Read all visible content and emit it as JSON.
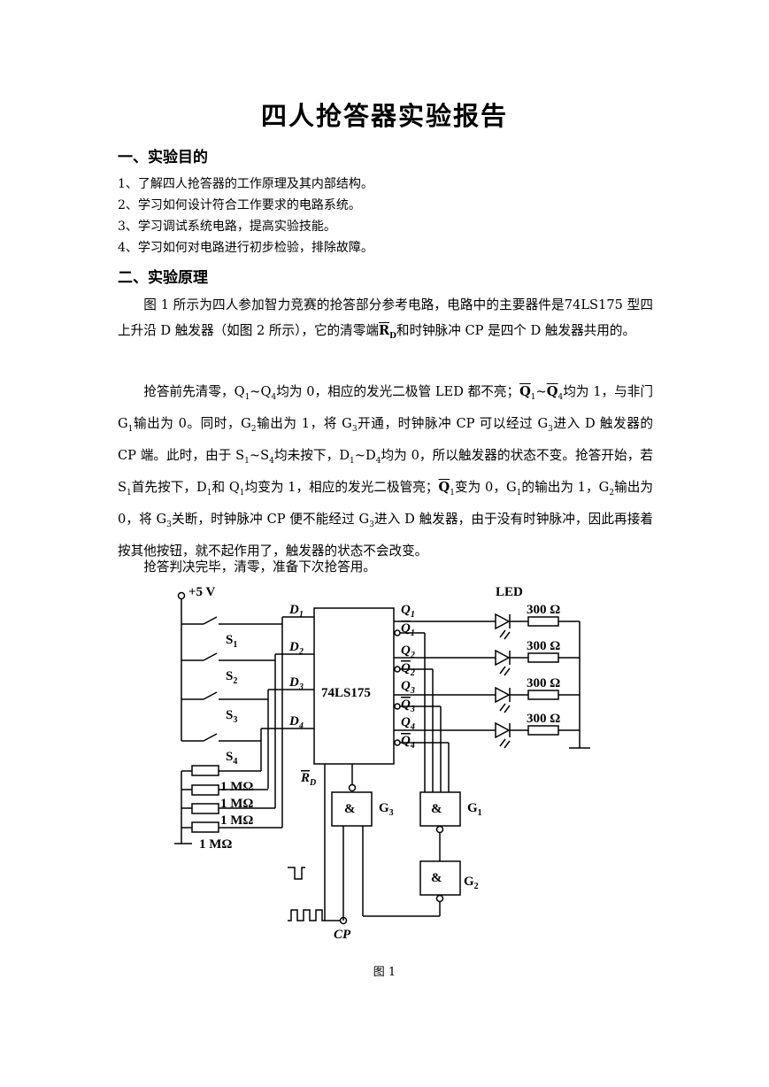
{
  "doc": {
    "title": "四人抢答器实验报告",
    "section1": {
      "heading": "一、实验目的",
      "items": [
        "1、了解四人抢答器的工作原理及其内部结构。",
        "2、学习如何设计符合工作要求的电路系统。",
        "3、学习调试系统电路，提高实验技能。",
        "4、学习如何对电路进行初步检验，排除故障。"
      ]
    },
    "section2": {
      "heading": "二、实验原理",
      "p1": {
        "a": "图 1 所示为四人参加智力竞赛的抢答部分参考电路，电路中的主要器件是74LS175 型四上升沿 D 触发器（如图 2 所示），它的清零端",
        "rd": "R",
        "rd_sub": "D",
        "b": "和时钟脉冲 CP 是四个 D 触发器共用的。"
      },
      "p2": {
        "t1": "抢答前先清零，Q",
        "s1": "1",
        "t2": "~Q",
        "s2": "4",
        "t3": "均为 0，相应的发光二极管 LED 都不亮；",
        "q1": "Q",
        "s3": "1",
        "t4": "~",
        "q4": "Q",
        "s4": "4",
        "t5": "均为 1，与非门 G",
        "s5": "1",
        "t6": "输出为 0。同时，G",
        "s6": "2",
        "t7": "输出为 1，将 G",
        "s7": "3",
        "t8": "开通，时钟脉冲 CP 可以经过 G",
        "s8": "3",
        "t9": "进入 D 触发器的 CP 端。此时，由于 S",
        "s9": "1",
        "t10": "~S",
        "s10": "4",
        "t11": "均未按下，D",
        "s11": "1",
        "t12": "~D",
        "s12": "4",
        "t13": "均为 0，所以触发器的状态不变。抢答开始，若 S",
        "s13": "1",
        "t14": "首先按下，D",
        "s14": "1",
        "t15": "和 Q",
        "s15": "1",
        "t16": "均变为 1，相应的发光二极管亮；",
        "q5": "Q",
        "s16": "1",
        "t17": "变为 0，G",
        "s17": "1",
        "t18": "的输出为 1，G",
        "s18": "2",
        "t19": "输出为 0，将 G",
        "s19": "3",
        "t20": "关断，时钟脉冲 CP 便不能经过 G",
        "s20": "3",
        "t21": "进入 D 触发器，由于没有时钟脉冲，因此再接着按其他按钮，就不起作用了，触发器的状态不会改变。"
      },
      "p3": "抢答判决完毕，清零，准备下次抢答用。"
    },
    "figure": {
      "caption": "图 1",
      "vcc": "+5 V",
      "led": "LED",
      "chip": "74LS175",
      "cp": "CP",
      "resistor_top": "300 Ω",
      "resistor_pull": "1 MΩ",
      "switch_prefix": "S",
      "d_prefix": "D",
      "q_prefix": "Q",
      "g_prefix": "G",
      "nums": [
        "1",
        "2",
        "3",
        "4"
      ],
      "rd_main": "R",
      "rd_sub": "D",
      "amp": "&"
    }
  }
}
